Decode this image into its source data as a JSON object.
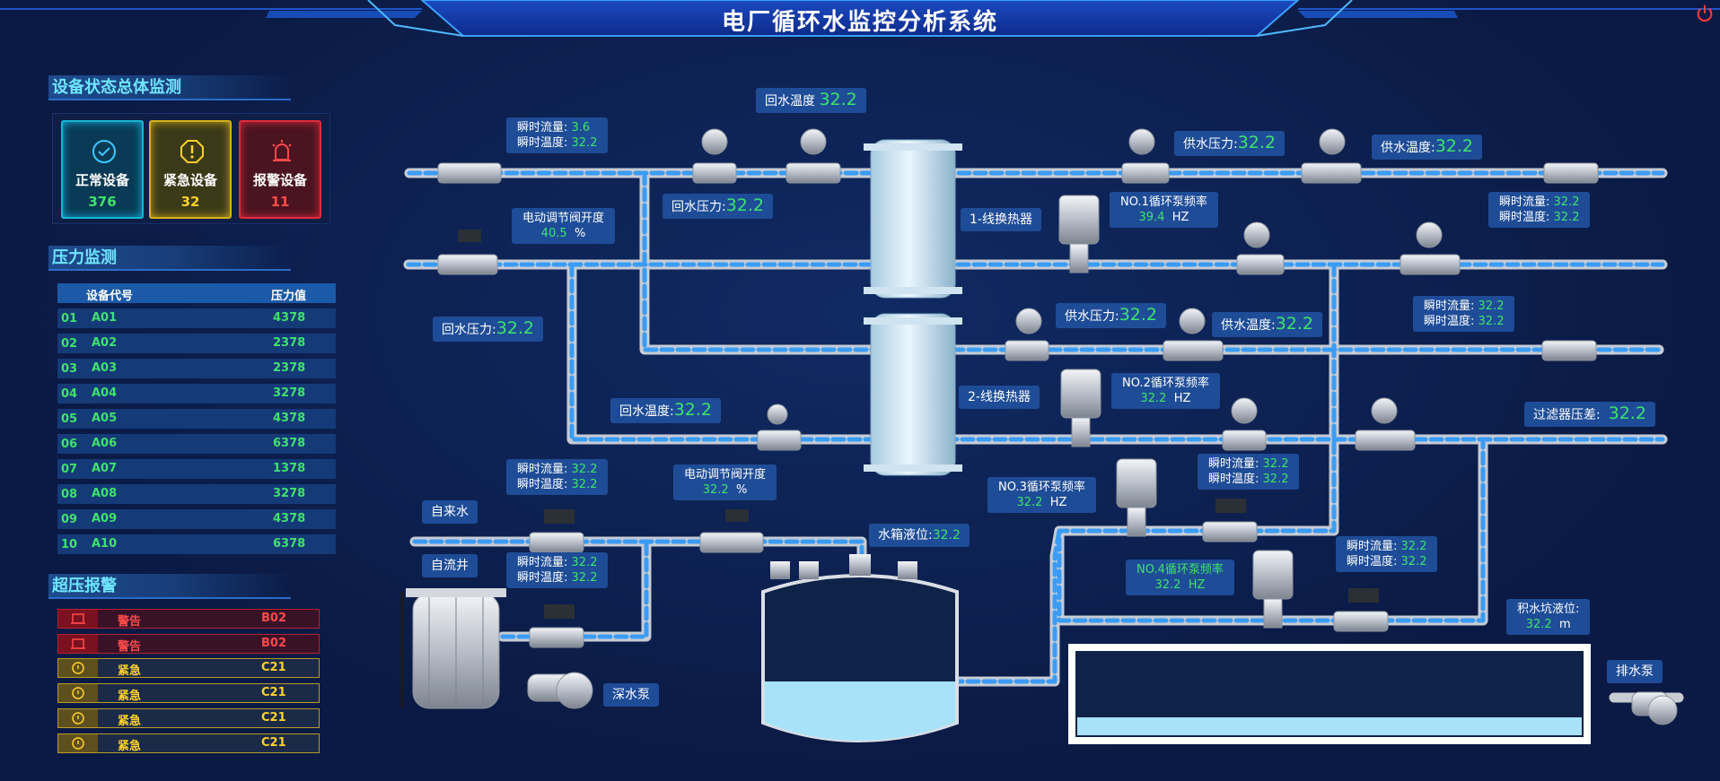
{
  "app_title": "电厂循环水监控分析系统",
  "left": {
    "status": {
      "title": "设备状态总体监测",
      "cards": [
        {
          "label": "正常设备",
          "value": "376",
          "color": "#3ee36b"
        },
        {
          "label": "紧急设备",
          "value": "32",
          "color": "#ffd22a"
        },
        {
          "label": "报警设备",
          "value": "11",
          "color": "#ff4a4a"
        }
      ]
    },
    "pressure": {
      "title": "压力监测",
      "headers": [
        "设备代号",
        "压力值"
      ],
      "rows": [
        {
          "no": "01",
          "code": "A01",
          "value": "4378"
        },
        {
          "no": "02",
          "code": "A02",
          "value": "2378"
        },
        {
          "no": "03",
          "code": "A03",
          "value": "2378"
        },
        {
          "no": "04",
          "code": "A04",
          "value": "3278"
        },
        {
          "no": "05",
          "code": "A05",
          "value": "4378"
        },
        {
          "no": "06",
          "code": "A06",
          "value": "6378"
        },
        {
          "no": "07",
          "code": "A07",
          "value": "1378"
        },
        {
          "no": "08",
          "code": "A08",
          "value": "3278"
        },
        {
          "no": "09",
          "code": "A09",
          "value": "4378"
        },
        {
          "no": "10",
          "code": "A10",
          "value": "6378"
        }
      ]
    },
    "alarms": {
      "title": "超压报警",
      "rows": [
        {
          "level": "警告",
          "code": "B02",
          "type": "red"
        },
        {
          "level": "警告",
          "code": "B02",
          "type": "red"
        },
        {
          "level": "紧急",
          "code": "C21",
          "type": "yellow"
        },
        {
          "level": "紧急",
          "code": "C21",
          "type": "yellow"
        },
        {
          "level": "紧急",
          "code": "C21",
          "type": "yellow"
        },
        {
          "level": "紧急",
          "code": "C21",
          "type": "yellow"
        }
      ]
    }
  },
  "diagram": {
    "return_temp_top": {
      "label": "回水温度",
      "value": "32.2"
    },
    "flow_temp_1": {
      "flow_label": "瞬时流量:",
      "flow": "3.6",
      "temp_label": "瞬时温度:",
      "temp": "32.2"
    },
    "return_press_1": {
      "label": "回水压力:",
      "value": "32.2"
    },
    "valve_1": {
      "label": "电动调节阀开度",
      "value": "40.5",
      "unit": "%"
    },
    "return_press_2": {
      "label": "回水压力:",
      "value": "32.2"
    },
    "return_temp_2": {
      "label": "回水温度:",
      "value": "32.2"
    },
    "supply_press_1": {
      "label": "供水压力:",
      "value": "32.2"
    },
    "supply_temp_1": {
      "label": "供水温度:",
      "value": "32.2"
    },
    "heat_ex_1": "1-线换热器",
    "pump1_freq": {
      "label": "NO.1循环泵频率",
      "value": "39.4",
      "unit": "HZ"
    },
    "flow_temp_r1": {
      "flow_label": "瞬时流量:",
      "flow": "32.2",
      "temp_label": "瞬时温度:",
      "temp": "32.2"
    },
    "supply_press_2": {
      "label": "供水压力:",
      "value": "32.2"
    },
    "supply_temp_2": {
      "label": "供水温度:",
      "value": "32.2"
    },
    "flow_temp_r2": {
      "flow_label": "瞬时流量:",
      "flow": "32.2",
      "temp_label": "瞬时温度:",
      "temp": "32.2"
    },
    "heat_ex_2": "2-线换热器",
    "pump2_freq": {
      "label": "NO.2循环泵频率",
      "value": "32.2",
      "unit": "HZ"
    },
    "filter_diff": {
      "label": "过滤器压差:",
      "value": "32.2"
    },
    "flow_temp_2": {
      "flow_label": "瞬时流量:",
      "flow": "32.2",
      "temp_label": "瞬时温度:",
      "temp": "32.2"
    },
    "valve_2": {
      "label": "电动调节阀开度",
      "value": "32.2",
      "unit": "%"
    },
    "tap_water": "自来水",
    "flow_well": "自流井",
    "flow_temp_3": {
      "flow_label": "瞬时流量:",
      "flow": "32.2",
      "temp_label": "瞬时温度:",
      "temp": "32.2"
    },
    "deep_pump": "深水泵",
    "tank_level": {
      "label": "水箱液位:",
      "value": "32.2"
    },
    "pump3_freq": {
      "label": "NO.3循环泵频率",
      "value": "32.2",
      "unit": "HZ"
    },
    "flow_temp_m": {
      "flow_label": "瞬时流量:",
      "flow": "32.2",
      "temp_label": "瞬时温度:",
      "temp": "32.2"
    },
    "pump4_freq": {
      "label": "NO.4循环泵频率",
      "value": "32.2",
      "unit": "HZ"
    },
    "flow_temp_r3": {
      "flow_label": "瞬时流量:",
      "flow": "32.2",
      "temp_label": "瞬时温度:",
      "temp": "32.2"
    },
    "sump_level": {
      "label": "积水坑液位:",
      "value": "32.2",
      "unit": "m"
    },
    "drain_pump": "排水泵"
  }
}
